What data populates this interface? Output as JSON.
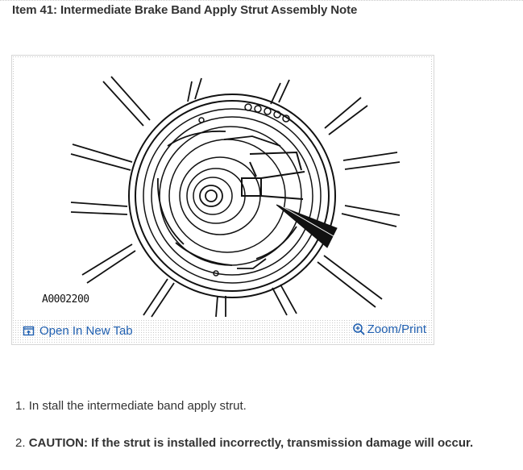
{
  "title": "Item 41: Intermediate Brake Band Apply Strut Assembly Note",
  "figure": {
    "id_label": "A0002200",
    "open_tab_label": "Open In New Tab",
    "zoom_label": "Zoom/Print",
    "icons": [
      "open-new-tab-icon",
      "zoom-magnifier-icon"
    ],
    "link_color": "#1f5fb0"
  },
  "steps": [
    {
      "number": "1.",
      "text": "In stall the intermediate band apply strut."
    },
    {
      "number": "2.",
      "caution": "CAUTION: If the strut is installed incorrectly, transmission damage will occur."
    }
  ]
}
